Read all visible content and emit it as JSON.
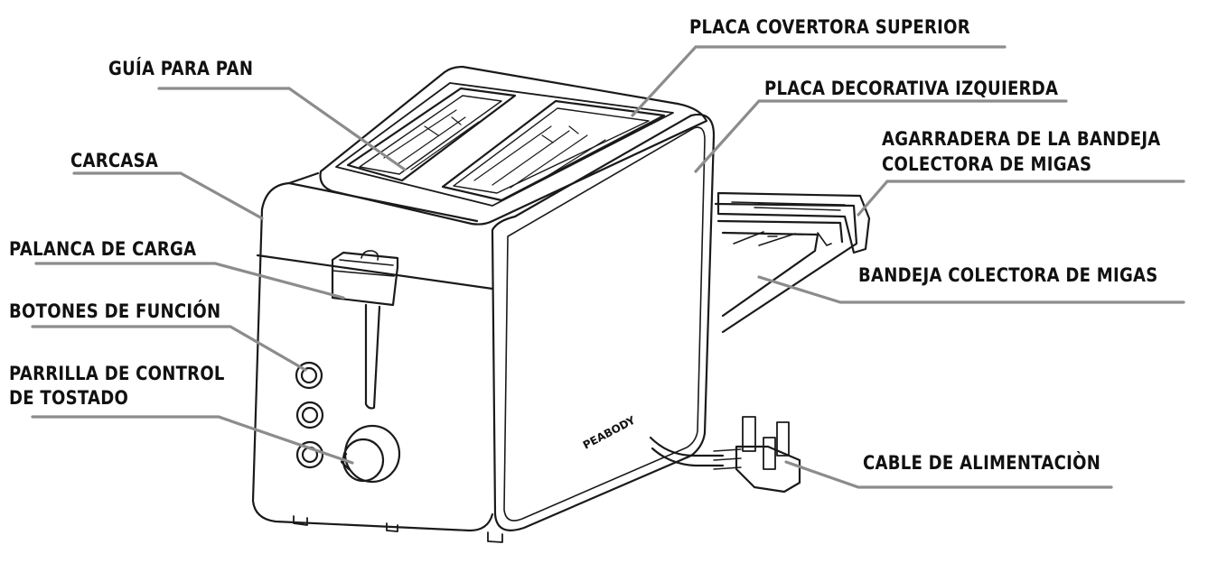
{
  "brand": "PEABODY",
  "colors": {
    "outline": "#1a1a1a",
    "leader_line": "#8c8c8c",
    "label_text": "#111111"
  },
  "labels": {
    "guia_para_pan": "GUÍA PARA PAN",
    "placa_covertora_superior": "PLACA COVERTORA SUPERIOR",
    "placa_decorativa_izquierda": "PLACA DECORATIVA IZQUIERDA",
    "carcasa": "CARCASA",
    "agarradera_line1": "AGARRADERA DE LA BANDEJA",
    "agarradera_line2": "COLECTORA DE MIGAS",
    "palanca_de_carga": "PALANCA DE CARGA",
    "bandeja_colectora": "BANDEJA COLECTORA DE MIGAS",
    "botones_de_funcion": "BOTONES DE FUNCIÓN",
    "parrilla_line1": "PARRILLA DE CONTROL",
    "parrilla_line2": "DE TOSTADO",
    "cable_de_alimentacion": "CABLE DE ALIMENTACIÒN"
  }
}
